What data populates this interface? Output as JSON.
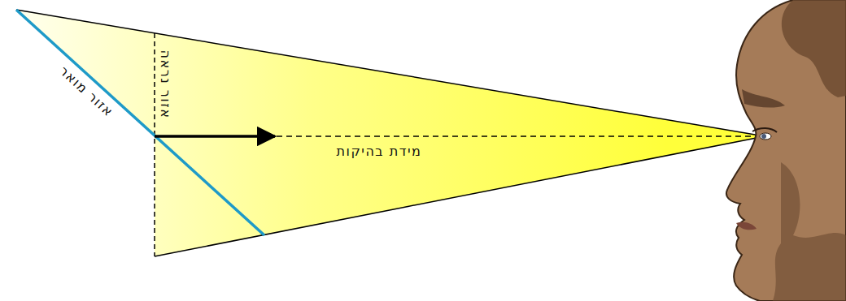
{
  "diagram": {
    "labels": [
      "אזור מואר",
      "אזור נראה",
      "מידת בהיקות"
    ]
  }
}
